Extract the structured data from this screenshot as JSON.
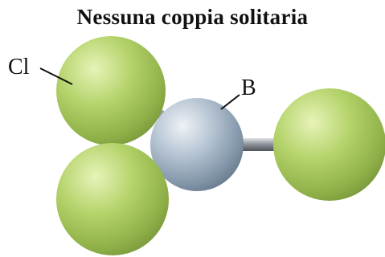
{
  "title": "Nessuna coppia solitaria",
  "labels": {
    "chlorine": "Cl",
    "boron": "B"
  },
  "colors": {
    "chlorine": "#a6c85a",
    "boron": "#9fb3c7",
    "bond": "#8a8f96",
    "text": "#111111"
  }
}
